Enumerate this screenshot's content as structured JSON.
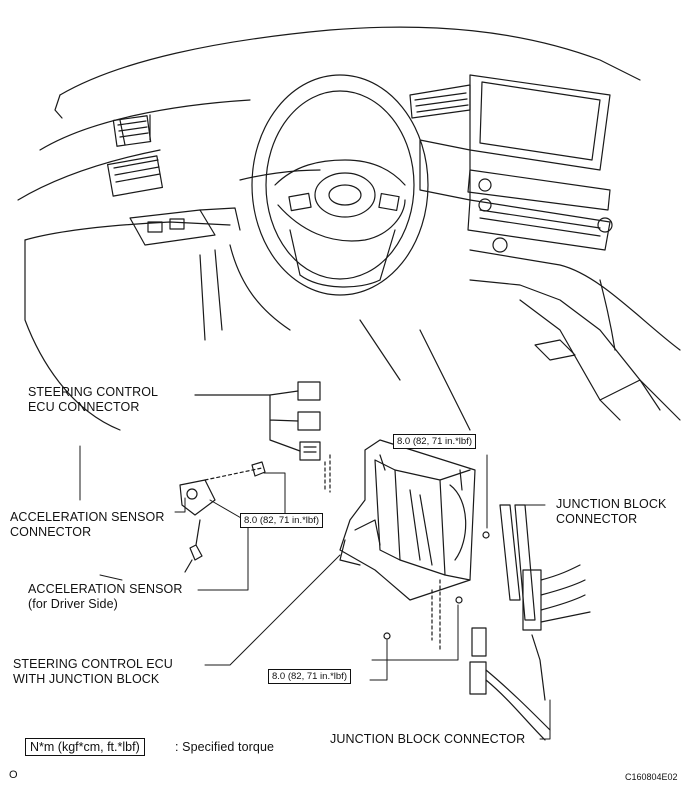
{
  "labels": {
    "steering_ecu_connector": [
      "STEERING CONTROL",
      "ECU CONNECTOR"
    ],
    "acceleration_sensor_connector": [
      "ACCELERATION SENSOR",
      "CONNECTOR"
    ],
    "acceleration_sensor": [
      "ACCELERATION SENSOR",
      "(for Driver Side)"
    ],
    "steering_ecu_with_jb": [
      "STEERING CONTROL ECU",
      "WITH JUNCTION BLOCK"
    ],
    "junction_block_connector_right": [
      "JUNCTION BLOCK",
      "CONNECTOR"
    ],
    "junction_block_connector_bottom": "JUNCTION BLOCK CONNECTOR"
  },
  "torque": {
    "top": "8.0 (82, 71 in.*lbf)",
    "left": "8.0 (82, 71 in.*lbf)",
    "bottom": "8.0 (82, 71 in.*lbf)"
  },
  "legend": {
    "unit_box": "N*m (kgf*cm, ft.*lbf)",
    "description": ": Specified torque"
  },
  "footer": {
    "marker": "O",
    "figure_code": "C160804E02"
  }
}
